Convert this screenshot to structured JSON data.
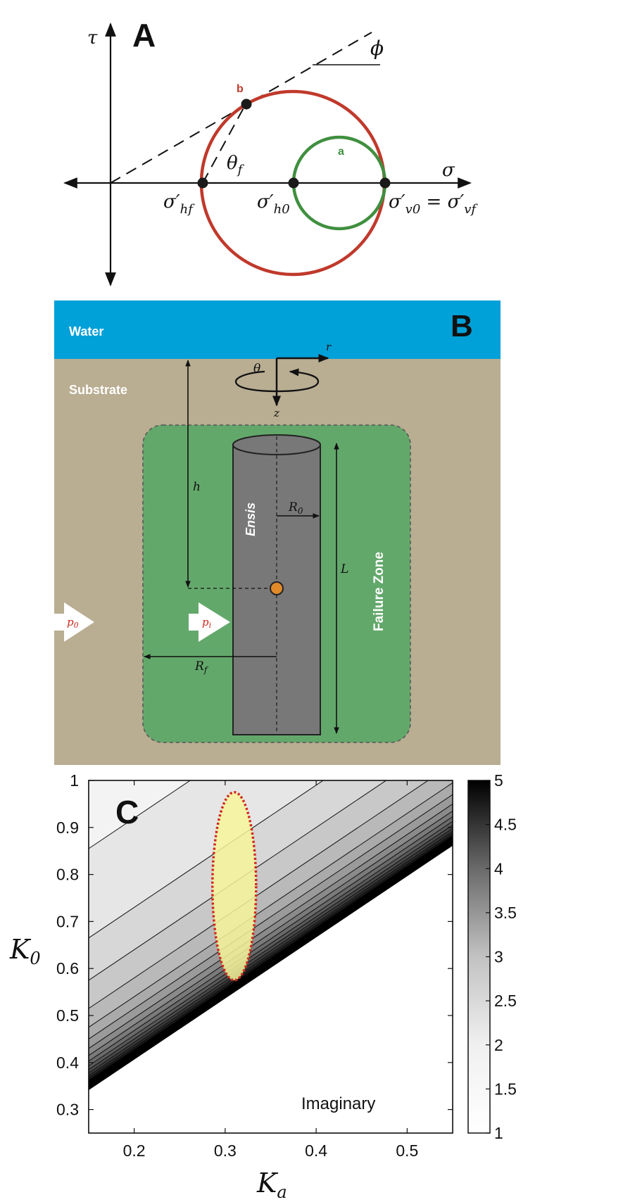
{
  "panel_a": {
    "label": "A",
    "tau": "τ",
    "phi": "ϕ",
    "sigma": "σ",
    "theta_f": "θ",
    "theta_f_sub": "f",
    "point_a": "a",
    "point_b": "b",
    "s_hf": "σ′",
    "s_hf_sub": "hf",
    "s_h0": "σ′",
    "s_h0_sub": "h0",
    "s_v0": "σ′",
    "s_v0_sub": "v0",
    "s_eq": " = σ′",
    "s_vf_sub": "vf",
    "colors": {
      "big_circle": "#c0392b",
      "small_circle": "#3f8f3f"
    }
  },
  "panel_b": {
    "label": "B",
    "water": "Water",
    "substrate": "Substrate",
    "theta": "θ",
    "r": "r",
    "z": "z",
    "h": "h",
    "ensis": "Ensis",
    "R0": "R",
    "R0_sub": "0",
    "L": "L",
    "failure_zone": "Failure Zone",
    "p0": "p",
    "p0_sub": "0",
    "pi": "p",
    "pi_sub": "i",
    "Rf": "R",
    "Rf_sub": "f",
    "colors": {
      "water": "#00a0d8",
      "substrate": "#b9ad92",
      "failure_zone": "#63a86b",
      "ensis": "#787878",
      "point": "#e08a2a",
      "pressure_label": "#d0281c"
    }
  },
  "panel_c": {
    "label": "C",
    "imaginary": "Imaginary",
    "colorbar_ticks": [
      "1",
      "1.5",
      "2",
      "2.5",
      "3",
      "3.5",
      "4",
      "4.5",
      "5"
    ],
    "x_ticks": [
      "0.2",
      "0.3",
      "0.4",
      "0.5"
    ],
    "y_ticks": [
      "0.3",
      "0.4",
      "0.5",
      "0.6",
      "0.7",
      "0.8",
      "0.9",
      "1"
    ],
    "xlabel": "K",
    "xlabel_sub": "a",
    "ylabel": "K",
    "ylabel_sub": "0"
  },
  "chart_data": {
    "type": "heatmap",
    "title": "",
    "xlabel": "Ka",
    "ylabel": "K0",
    "xlim": [
      0.15,
      0.55
    ],
    "ylim": [
      0.25,
      1.0
    ],
    "colorbar_range": [
      1,
      5
    ],
    "region_label": "Imaginary",
    "highlight_ellipse": {
      "center_x": 0.31,
      "center_y": 0.775,
      "half_width_x": 0.024,
      "half_height_y": 0.2
    }
  }
}
